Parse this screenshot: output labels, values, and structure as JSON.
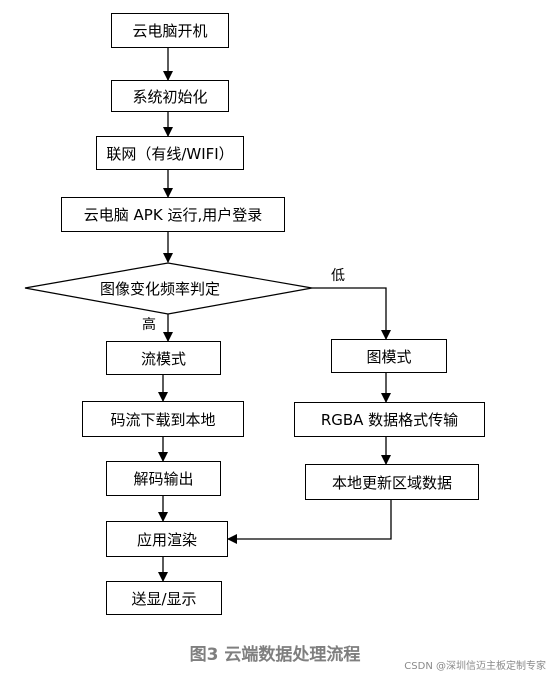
{
  "nodes": {
    "boot": "云电脑开机",
    "init": "系统初始化",
    "network": "联网（有线/WIFI）",
    "login": "云电脑 APK 运行,用户登录",
    "decision": "图像变化频率判定",
    "stream_mode": "流模式",
    "download": "码流下载到本地",
    "decode": "解码输出",
    "image_mode": "图模式",
    "rgba": "RGBA 数据格式传输",
    "update_region": "本地更新区域数据",
    "render": "应用渲染",
    "display": "送显/显示"
  },
  "edge_labels": {
    "high": "高",
    "low": "低"
  },
  "caption": "图3 云端数据处理流程",
  "watermark": "CSDN @深圳信迈主板定制专家"
}
